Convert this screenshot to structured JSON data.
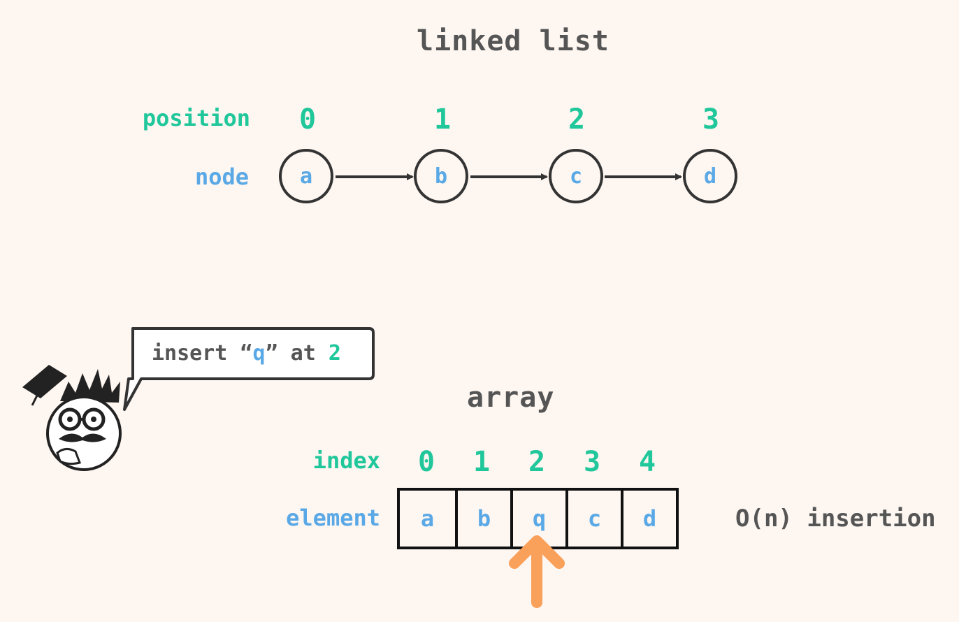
{
  "linked_list": {
    "title": "linked list",
    "position_label": "position",
    "node_label": "node",
    "positions": [
      "0",
      "1",
      "2",
      "3"
    ],
    "nodes": [
      "a",
      "b",
      "c",
      "d"
    ]
  },
  "speech": {
    "prefix": "insert “",
    "value": "q",
    "middle": "” at ",
    "index": "2"
  },
  "array": {
    "title": "array",
    "index_label": "index",
    "element_label": "element",
    "indices": [
      "0",
      "1",
      "2",
      "3",
      "4"
    ],
    "elements": [
      "a",
      "b",
      "q",
      "c",
      "d"
    ],
    "complexity": "O(n) insertion"
  },
  "colors": {
    "background": "#fdf6f1",
    "label_teal": "#1fc79a",
    "value_blue": "#5aa9e6",
    "text_dark": "#555555",
    "arrow_orange": "#f9a05a"
  },
  "icons": [
    "professor-avatar-icon",
    "insert-arrow-icon"
  ]
}
